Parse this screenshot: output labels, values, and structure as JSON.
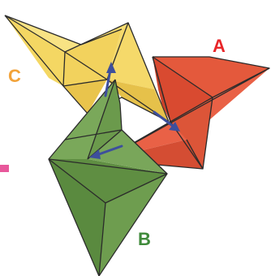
{
  "pieces": [
    {
      "id": "A",
      "label": "A",
      "color": "#e2553a",
      "label_color": "#e8262a"
    },
    {
      "id": "B",
      "label": "B",
      "color": "#6d9b4d",
      "label_color": "#3f8a3a"
    },
    {
      "id": "C",
      "label": "C",
      "color": "#f2d566",
      "label_color": "#f2a33a"
    }
  ],
  "colors": {
    "arrow": "#3d4f9c",
    "edge": "#2b2b2b",
    "pink_marker": "#e8589b"
  }
}
